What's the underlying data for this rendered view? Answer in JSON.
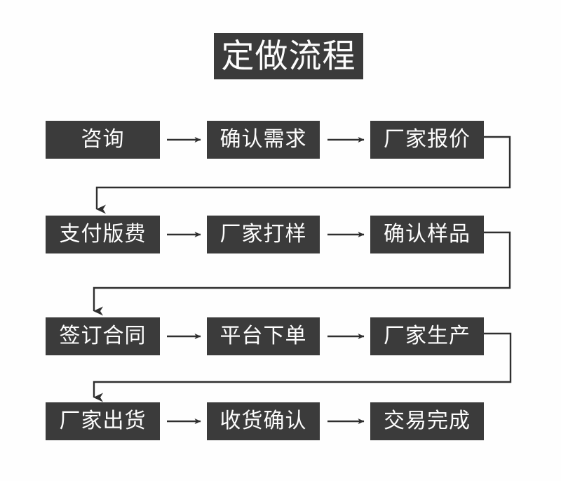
{
  "page": {
    "title": "定做流程",
    "background_color": "#fefefe",
    "box_color": "#3b3b3b",
    "box_text_color": "#fdfdfd",
    "line_color": "#2f2f2f"
  },
  "flow": {
    "rows": [
      {
        "steps": [
          {
            "label": "咨询"
          },
          {
            "label": "确认需求"
          },
          {
            "label": "厂家报价"
          }
        ]
      },
      {
        "steps": [
          {
            "label": "支付版费"
          },
          {
            "label": "厂家打样"
          },
          {
            "label": "确认样品"
          }
        ]
      },
      {
        "steps": [
          {
            "label": "签订合同"
          },
          {
            "label": "平台下单"
          },
          {
            "label": "厂家生产"
          }
        ]
      },
      {
        "steps": [
          {
            "label": "厂家出货"
          },
          {
            "label": "收货确认"
          },
          {
            "label": "交易完成"
          }
        ]
      }
    ],
    "connector_icons": {
      "horizontal": "arrow-right-icon",
      "wrap": "wrap-down-left-arrow-icon"
    },
    "sequence": [
      "咨询",
      "确认需求",
      "厂家报价",
      "支付版费",
      "厂家打样",
      "确认样品",
      "签订合同",
      "平台下单",
      "厂家生产",
      "厂家出货",
      "收货确认",
      "交易完成"
    ]
  }
}
